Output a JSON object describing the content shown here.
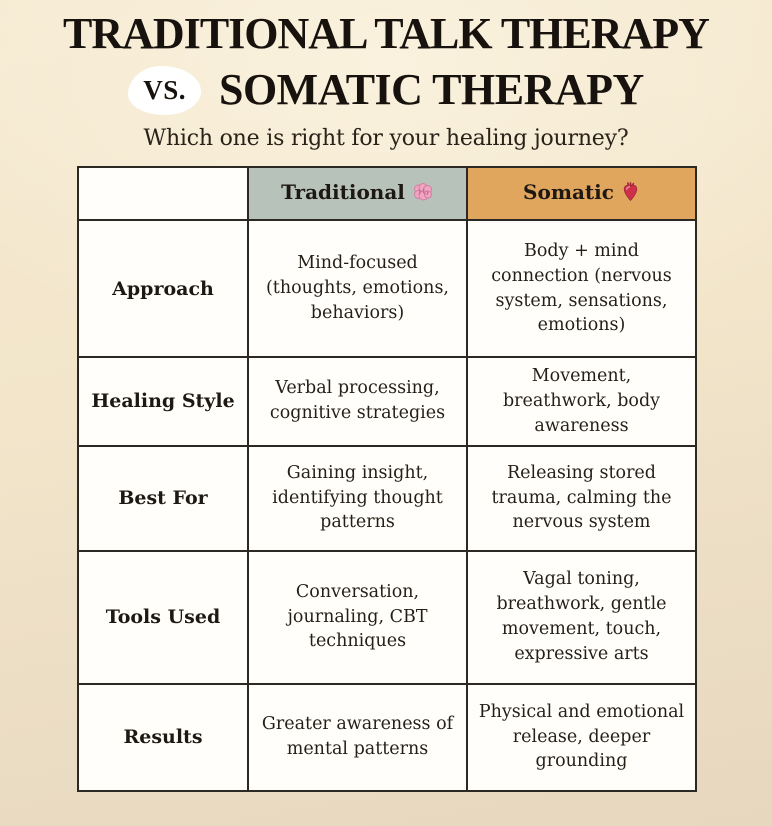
{
  "header": {
    "title_line1": "TRADITIONAL TALK THERAPY",
    "vs_label": "VS.",
    "title_line2": "SOMATIC THERAPY",
    "subtitle": "Which one is right for your healing journey?"
  },
  "table": {
    "columns": [
      {
        "label": "",
        "icon": ""
      },
      {
        "label": "Traditional",
        "icon": "brain-icon"
      },
      {
        "label": "Somatic",
        "icon": "anatomical-heart-icon"
      }
    ],
    "rows": [
      {
        "label": "Approach",
        "traditional": "Mind-focused (thoughts, emotions, behaviors)",
        "somatic": "Body + mind connection (nervous system, sensations, emotions)"
      },
      {
        "label": "Healing Style",
        "traditional": "Verbal processing, cognitive strategies",
        "somatic": "Movement, breathwork, body awareness"
      },
      {
        "label": "Best For",
        "traditional": "Gaining insight, identifying thought patterns",
        "somatic": "Releasing stored trauma, calming the nervous system"
      },
      {
        "label": "Tools Used",
        "traditional": "Conversation, journaling, CBT techniques",
        "somatic": "Vagal toning, breathwork, gentle movement, touch, expressive arts"
      },
      {
        "label": "Results",
        "traditional": "Greater awareness of mental patterns",
        "somatic": "Physical and emotional release, deeper grounding"
      }
    ]
  },
  "colors": {
    "background_top": "#f5e9d0",
    "background_bottom": "#e8d7bf",
    "traditional_header_bg": "#b6c2ba",
    "somatic_header_bg": "#e0a65e",
    "cell_bg": "#fffefb",
    "border": "#2c2823",
    "text": "#201a14",
    "vs_badge_bg": "#ffffff",
    "brain_icon_pink": "#f0a6c0",
    "heart_icon_red": "#cf3049"
  }
}
